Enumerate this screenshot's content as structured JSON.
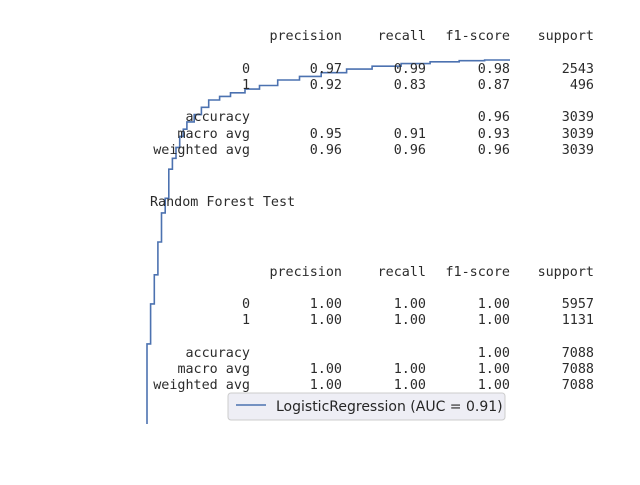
{
  "chart_data": {
    "type": "line",
    "title": "",
    "xlabel": "",
    "ylabel": "",
    "xlim": [
      0,
      1
    ],
    "ylim": [
      0,
      1
    ],
    "grid": false,
    "legend_placement": "lower-right",
    "series": [
      {
        "name": "LogisticRegression (AUC = 0.91)",
        "color": "#4c72b0",
        "x": [
          0,
          0,
          0.01,
          0.01,
          0.02,
          0.02,
          0.03,
          0.03,
          0.04,
          0.04,
          0.05,
          0.06,
          0.06,
          0.07,
          0.08,
          0.09,
          0.1,
          0.11,
          0.13,
          0.15,
          0.17,
          0.2,
          0.23,
          0.27,
          0.31,
          0.36,
          0.42,
          0.48,
          0.55,
          0.62,
          0.7,
          0.78,
          0.86,
          0.93,
          1.0
        ],
        "y": [
          0,
          0.22,
          0.22,
          0.33,
          0.36,
          0.41,
          0.44,
          0.5,
          0.53,
          0.58,
          0.62,
          0.66,
          0.7,
          0.73,
          0.76,
          0.79,
          0.81,
          0.83,
          0.85,
          0.87,
          0.89,
          0.9,
          0.91,
          0.92,
          0.93,
          0.945,
          0.955,
          0.965,
          0.975,
          0.983,
          0.99,
          0.995,
          0.998,
          1.0,
          1.0
        ]
      }
    ]
  },
  "reports": {
    "header": {
      "precision": "precision",
      "recall": "recall",
      "f1": "f1-score",
      "support": "support"
    },
    "train": {
      "rows": [
        {
          "label": "0",
          "precision": "0.97",
          "recall": "0.99",
          "f1": "0.98",
          "support": "2543"
        },
        {
          "label": "1",
          "precision": "0.92",
          "recall": "0.83",
          "f1": "0.87",
          "support": "496"
        },
        {
          "label": "accuracy",
          "precision": "",
          "recall": "",
          "f1": "0.96",
          "support": "3039"
        },
        {
          "label": "macro avg",
          "precision": "0.95",
          "recall": "0.91",
          "f1": "0.93",
          "support": "3039"
        },
        {
          "label": "weighted avg",
          "precision": "0.96",
          "recall": "0.96",
          "f1": "0.96",
          "support": "3039"
        }
      ]
    },
    "test_title": "Random Forest Test",
    "test": {
      "rows": [
        {
          "label": "0",
          "precision": "1.00",
          "recall": "1.00",
          "f1": "1.00",
          "support": "5957"
        },
        {
          "label": "1",
          "precision": "1.00",
          "recall": "1.00",
          "f1": "1.00",
          "support": "1131"
        },
        {
          "label": "accuracy",
          "precision": "",
          "recall": "",
          "f1": "1.00",
          "support": "7088"
        },
        {
          "label": "macro avg",
          "precision": "1.00",
          "recall": "1.00",
          "f1": "1.00",
          "support": "7088"
        },
        {
          "label": "weighted avg",
          "precision": "1.00",
          "recall": "1.00",
          "f1": "1.00",
          "support": "7088"
        }
      ]
    }
  }
}
